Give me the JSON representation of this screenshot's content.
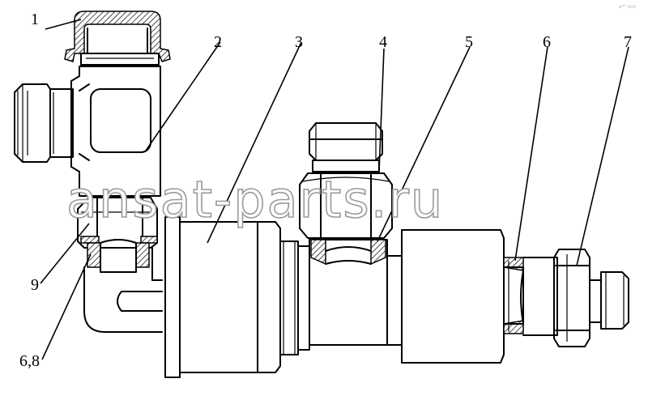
{
  "callouts": [
    {
      "id": "1",
      "label": "1"
    },
    {
      "id": "2",
      "label": "2"
    },
    {
      "id": "3",
      "label": "3"
    },
    {
      "id": "4",
      "label": "4"
    },
    {
      "id": "5",
      "label": "5"
    },
    {
      "id": "6",
      "label": "6"
    },
    {
      "id": "7",
      "label": "7"
    },
    {
      "id": "9",
      "label": "9"
    },
    {
      "id": "68",
      "label": "6,8"
    }
  ],
  "watermark": "ansat-parts.ru",
  "corner_mark": "a⁴⁰ ооо"
}
